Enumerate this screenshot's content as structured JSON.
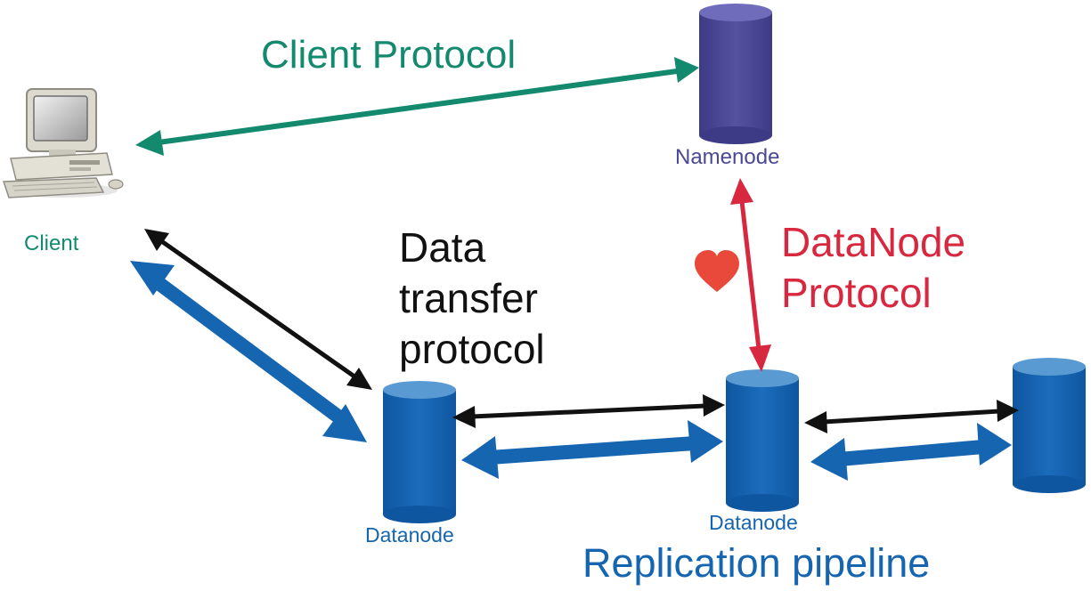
{
  "labels": {
    "client_protocol": "Client Protocol",
    "namenode": "Namenode",
    "client": "Client",
    "data_transfer_line1": "Data",
    "data_transfer_line2": "transfer",
    "data_transfer_line3": "protocol",
    "datanode_protocol_line1": "DataNode",
    "datanode_protocol_line2": "Protocol",
    "datanode_1": "Datanode",
    "datanode_2": "Datanode",
    "replication_pipeline": "Replication pipeline"
  },
  "colors": {
    "client_protocol": "#138a6e",
    "datanode_protocol": "#d8283f",
    "data_transfer": "#111111",
    "replication": "#1565b0",
    "namenode_cylinder": "#4a4896",
    "namenode_cylinder_top": "#6a68b6",
    "datanode_cylinder": "#1460ac",
    "datanode_cylinder_top": "#5a9ad2",
    "heart": "#e8493a",
    "namenode_label": "#4a4896",
    "datanode_label": "#1565b0"
  },
  "icons": {
    "client": "desktop-computer-icon",
    "heartbeat": "heart-icon"
  }
}
